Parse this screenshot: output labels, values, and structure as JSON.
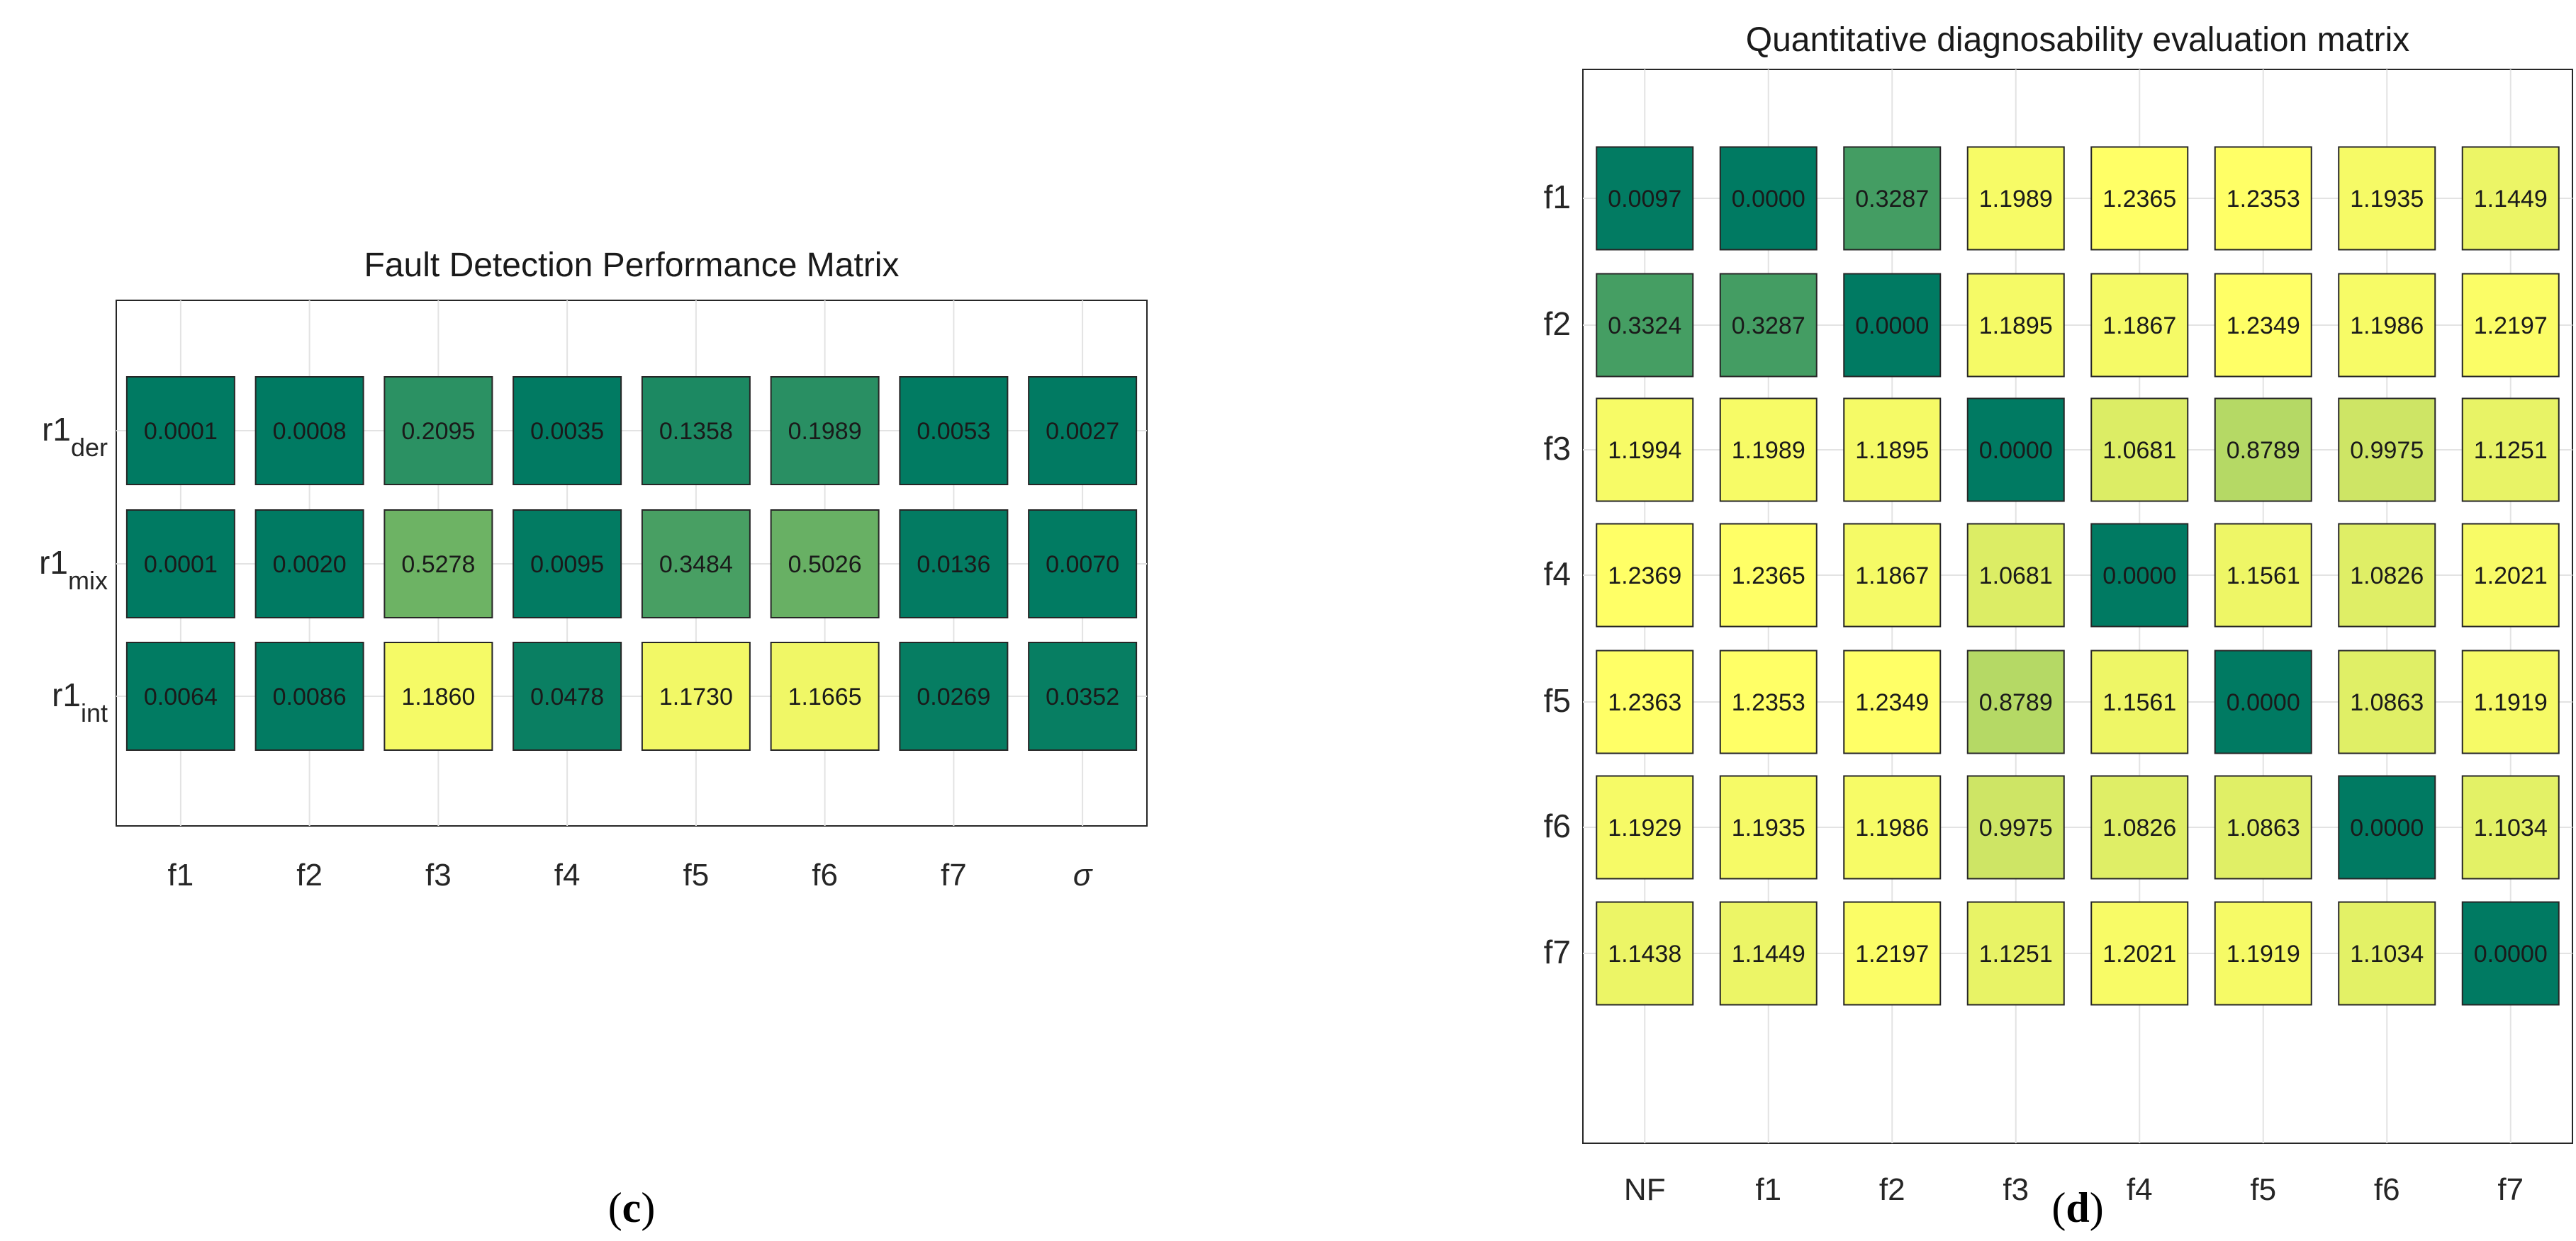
{
  "chart_data": [
    {
      "type": "heatmap",
      "title": "Fault Detection Performance Matrix",
      "panel_label": "(c)",
      "xlabel": "",
      "ylabel": "",
      "x_categories": [
        "f1",
        "f2",
        "f3",
        "f4",
        "f5",
        "f6",
        "f7",
        "σ"
      ],
      "y_categories": [
        {
          "base": "r1",
          "sub": "der"
        },
        {
          "base": "r1",
          "sub": "mix"
        },
        {
          "base": "r1",
          "sub": "int"
        }
      ],
      "values": [
        [
          0.0001,
          0.0008,
          0.2095,
          0.0035,
          0.1358,
          0.1989,
          0.0053,
          0.0027
        ],
        [
          0.0001,
          0.002,
          0.5278,
          0.0095,
          0.3484,
          0.5026,
          0.0136,
          0.007
        ],
        [
          0.0064,
          0.0086,
          1.186,
          0.0478,
          1.173,
          1.1665,
          0.0269,
          0.0352
        ]
      ],
      "value_labels": [
        [
          "0.0001",
          "0.0008",
          "0.2095",
          "0.0035",
          "0.1358",
          "0.1989",
          "0.0053",
          "0.0027"
        ],
        [
          "0.0001",
          "0.0020",
          "0.5278",
          "0.0095",
          "0.3484",
          "0.5026",
          "0.0136",
          "0.0070"
        ],
        [
          "0.0064",
          "0.0086",
          "1.1860",
          "0.0478",
          "1.1730",
          "1.1665",
          "0.0269",
          "0.0352"
        ]
      ],
      "color_range": [
        0,
        1.2369
      ],
      "colormap": [
        "#007a62",
        "#ffff66"
      ],
      "grid": true
    },
    {
      "type": "heatmap",
      "title": "Quantitative diagnosability evaluation matrix",
      "panel_label": "(d)",
      "xlabel": "",
      "ylabel": "",
      "x_categories": [
        "NF",
        "f1",
        "f2",
        "f3",
        "f4",
        "f5",
        "f6",
        "f7"
      ],
      "y_categories": [
        {
          "base": "f1",
          "sub": ""
        },
        {
          "base": "f2",
          "sub": ""
        },
        {
          "base": "f3",
          "sub": ""
        },
        {
          "base": "f4",
          "sub": ""
        },
        {
          "base": "f5",
          "sub": ""
        },
        {
          "base": "f6",
          "sub": ""
        },
        {
          "base": "f7",
          "sub": ""
        }
      ],
      "values": [
        [
          0.0097,
          0.0,
          0.3287,
          1.1989,
          1.2365,
          1.2353,
          1.1935,
          1.1449
        ],
        [
          0.3324,
          0.3287,
          0.0,
          1.1895,
          1.1867,
          1.2349,
          1.1986,
          1.2197
        ],
        [
          1.1994,
          1.1989,
          1.1895,
          0.0,
          1.0681,
          0.8789,
          0.9975,
          1.1251
        ],
        [
          1.2369,
          1.2365,
          1.1867,
          1.0681,
          0.0,
          1.1561,
          1.0826,
          1.2021
        ],
        [
          1.2363,
          1.2353,
          1.2349,
          0.8789,
          1.1561,
          0.0,
          1.0863,
          1.1919
        ],
        [
          1.1929,
          1.1935,
          1.1986,
          0.9975,
          1.0826,
          1.0863,
          0.0,
          1.1034
        ],
        [
          1.1438,
          1.1449,
          1.2197,
          1.1251,
          1.2021,
          1.1919,
          1.1034,
          0.0
        ]
      ],
      "value_labels": [
        [
          "0.0097",
          "0.0000",
          "0.3287",
          "1.1989",
          "1.2365",
          "1.2353",
          "1.1935",
          "1.1449"
        ],
        [
          "0.3324",
          "0.3287",
          "0.0000",
          "1.1895",
          "1.1867",
          "1.2349",
          "1.1986",
          "1.2197"
        ],
        [
          "1.1994",
          "1.1989",
          "1.1895",
          "0.0000",
          "1.0681",
          "0.8789",
          "0.9975",
          "1.1251"
        ],
        [
          "1.2369",
          "1.2365",
          "1.1867",
          "1.0681",
          "0.0000",
          "1.1561",
          "1.0826",
          "1.2021"
        ],
        [
          "1.2363",
          "1.2353",
          "1.2349",
          "0.8789",
          "1.1561",
          "0.0000",
          "1.0863",
          "1.1919"
        ],
        [
          "1.1929",
          "1.1935",
          "1.1986",
          "0.9975",
          "1.0826",
          "1.0863",
          "0.0000",
          "1.1034"
        ],
        [
          "1.1438",
          "1.1449",
          "1.2197",
          "1.1251",
          "1.2021",
          "1.1919",
          "1.1034",
          "0.0000"
        ]
      ],
      "color_range": [
        0,
        1.2369
      ],
      "colormap": [
        "#007a62",
        "#ffff66"
      ],
      "grid": true
    }
  ]
}
